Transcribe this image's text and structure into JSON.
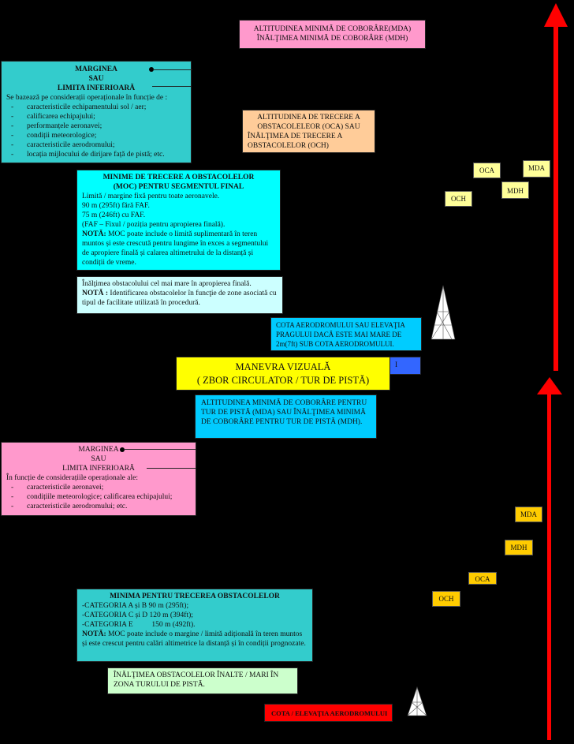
{
  "mda_top": {
    "line1": "ALTITUDINEA MINIMĂ DE COBORÂRE(MDA)",
    "line2": "ÎNĂLŢIMEA MINIMĂ DE COBORÂRE (MDH)"
  },
  "margin1": {
    "t1": "MARGINEA",
    "t2": "SAU",
    "t3": "LIMITA INFERIOARĂ",
    "intro": "Se bazează pe considerații operaționale în funcție de :",
    "items": [
      "caracteristicile echipamentului sol / aer;",
      "calificarea echipajului;",
      "performanțele aeronavei;",
      "condiții meteorologice;",
      "caracteristicile aerodromului;",
      "locația mijlocului de dirijare față de pistă; etc."
    ]
  },
  "oca": {
    "l1": "ALTITUDINEA DE TRECERE   A",
    "l2": "OBSTACOLELEOR (OCA) SAU",
    "l3": "ÎNĂLŢIMEA DE TRECERE A",
    "l4": "OBSTACOLELOR (OCH)"
  },
  "moc": {
    "t1": "MINIME DE TRECERE A OBSTACOLELOR",
    "t2": "(MOC) PENTRU SEGMENTUL FINAL",
    "lines": [
      "Limită / margine fixă pentru toate aeronavele.",
      "90 m (295ft) fără FAF.",
      "75 m (246ft) cu FAF.",
      "(FAF – Fixul / poziția pentru apropierea finală)."
    ],
    "note_label": "NOTĂ:",
    "note": " MOC poate include o limită suplimentară în teren muntos și este crescută pentru lungime în exces a segmentului de apropiere finală și calarea altimetrului de la distanță și condiții de vreme."
  },
  "obst1": {
    "line": "Înălţimea obstacolului cel mai mare în apropierea finală.",
    "note_label": "NOTĂ :",
    "note": " Identificarea obstacolelor în funcţie de zone asociată cu tipul de facilitate utilizată în procedură."
  },
  "cota1": {
    "text": "COTA AERODROMULUI SAU ELEVAŢIA PRAGULUI  DACĂ ESTE MAI MARE DE 2m(7ft) SUB COTA AERODROMULUI."
  },
  "hidden_label": "I",
  "visual": {
    "l1": "MANEVRA VIZUALĂ",
    "l2": "( ZBOR CIRCULATOR / TUR DE PISTĂ)"
  },
  "mda_circ": {
    "text": "ALTITUDINEA MINIMĂ DE COBORÂRE PENTRU TUR DE PISTĂ (MDA) SAU ÎNĂLŢIMEA MINIMĂ DE COBORÂRE PENTRU TUR DE PISTĂ (MDH)."
  },
  "margin2": {
    "t1": "MARGINEA",
    "t2": "SAU",
    "t3": "LIMITA INFERIOARĂ",
    "intro": "În funcție de considerațiile operaționale ale:",
    "items": [
      "caracteristicile aeronavei;",
      "condițiile meteorologice; calificarea echipajului;",
      "caracteristicile aerodromului; etc."
    ]
  },
  "moc2": {
    "title": "MINIMA PENTRU TRECEREA OBSTACOLELOR",
    "lines": [
      "-CATEGORIA A și B 90 m (295ft);",
      "-CATEGORIA C și D 120 m (394ft);",
      "-CATEGORIA E          150 m (492ft)."
    ],
    "note_label": "NOTĂ:",
    "note": " MOC poate include o margine / limită adițională în teren muntos și este crescut pentru calări altimetrice la distanță și în condiții prognozate."
  },
  "obst2": {
    "text": "ÎNĂLŢIMEA OBSTACOLELOR ÎNALTE / MARI ÎN ZONA TURULUI DE PISTĂ."
  },
  "cota2": {
    "text": "COTA / ELEVAŢIA AERODROMULUI"
  },
  "tags_top": {
    "oca": "OCA",
    "mda": "MDA",
    "mdh": "MDH",
    "och": "OCH"
  },
  "tags_bottom": {
    "mda": "MDA",
    "mdh": "MDH",
    "oca": "OCA",
    "och": "OCH"
  },
  "colors": {
    "arrow": "#ff0000",
    "cyan": "#33cccc",
    "aqua": "#00ffff",
    "pink": "#ff99cc",
    "peach": "#ffcc99",
    "yellow": "#ffff00",
    "skyblue": "#00ccff"
  }
}
